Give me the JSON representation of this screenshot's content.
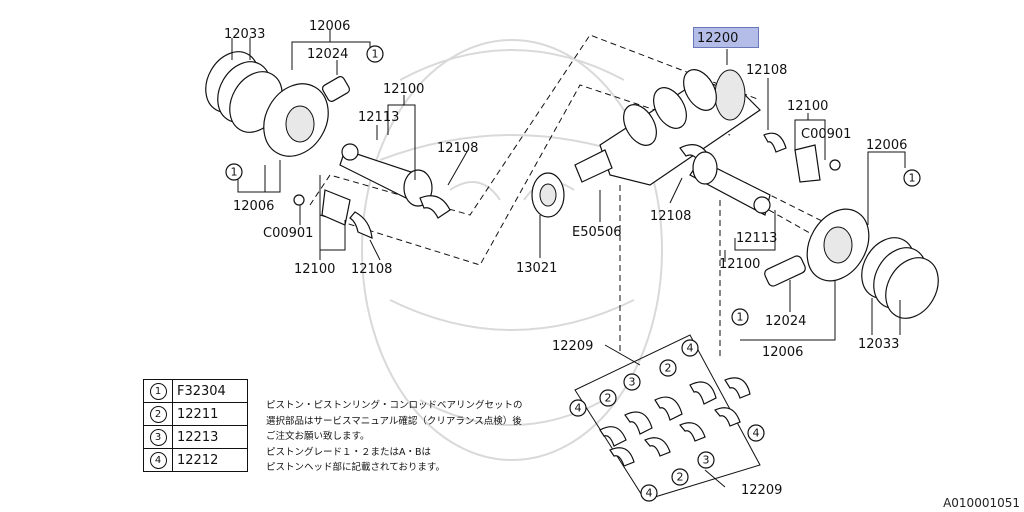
{
  "diagram": {
    "highlighted_part": "12200",
    "labels": {
      "rings_left": "12033",
      "piston_left": "12006",
      "pin_left": "12024",
      "rod_left": "12100",
      "bolt_left": "12113",
      "bearing_left_upper": "12108",
      "piston_left_bottom": "12006",
      "nut_left": "C00901",
      "rod_cap_left": "12100",
      "bearing_left_lower": "12108",
      "sprocket": "13021",
      "key": "E50506",
      "bearing_center": "12108",
      "bearing_right_top": "12108",
      "rod_right_top": "12100",
      "nut_right": "C00901",
      "piston_right_top": "12006",
      "bolt_right": "12113",
      "rod_right_bottom": "12100",
      "pin_right": "12024",
      "piston_right_bottom": "12006",
      "rings_right": "12033",
      "main_bearing_top": "12209",
      "main_bearing_bottom": "12209"
    },
    "callouts": {
      "c1": "1",
      "c2": "1",
      "c3": "1",
      "c4": "1",
      "b1": "4",
      "b2": "3",
      "b3": "2",
      "b4": "4",
      "b5": "2",
      "b6": "4",
      "b7": "2",
      "b8": "3",
      "b9": "4"
    }
  },
  "legend": {
    "rows": [
      {
        "num": "1",
        "code": "F32304"
      },
      {
        "num": "2",
        "code": "12211"
      },
      {
        "num": "3",
        "code": "12213"
      },
      {
        "num": "4",
        "code": "12212"
      }
    ]
  },
  "note": {
    "line1": "ピストン・ピストンリング・コンロッドベアリングセットの",
    "line2": "選択部品はサービスマニュアル確認（クリアランス点検）後",
    "line3": "ご注文お願い致します。",
    "line4": "ピストングレード１・２またはA・Bは",
    "line5": "ピストンヘッド部に記載されております。"
  },
  "catalog_code": "A010001051",
  "colors": {
    "highlight_fill": "#b3bde8",
    "highlight_border": "#6a77b8",
    "line": "#111111",
    "watermark": "#d9d9d9"
  }
}
